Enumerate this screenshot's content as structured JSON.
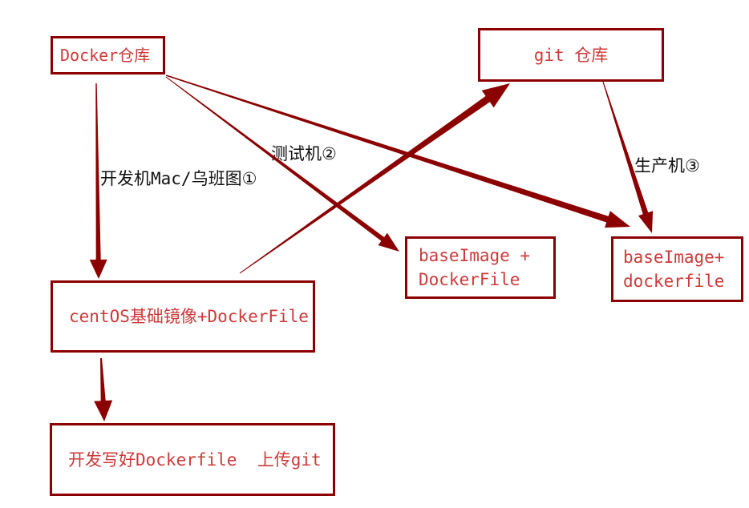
{
  "diagram": {
    "colors": {
      "background": "#ffffff",
      "box_border": "#8b0000",
      "box_text": "#cd3a3a",
      "arrow": "#8b0000",
      "label_text": "#111111"
    },
    "nodes": {
      "docker_repo": {
        "label": "Docker仓库"
      },
      "git_repo": {
        "label": "git 仓库"
      },
      "base_test": {
        "label": "baseImage +\nDockerFile"
      },
      "base_prod": {
        "label": "baseImage+\ndockerfile"
      },
      "centos_base": {
        "label": "centOS基础镜像+DockerFile"
      },
      "dev_dockerfile": {
        "label": "开发写好Dockerfile  上传git"
      }
    },
    "labels": {
      "dev_machine": "开发机Mac/乌班图①",
      "test_machine": "测试机②",
      "prod_machine": "生产机③"
    },
    "edges": [
      {
        "from": "docker_repo",
        "to": "centos_base"
      },
      {
        "from": "docker_repo",
        "to": "base_prod"
      },
      {
        "from": "docker_repo",
        "to": "base_test"
      },
      {
        "from": "centos_base",
        "to": "git_repo"
      },
      {
        "from": "git_repo",
        "to": "base_prod"
      },
      {
        "from": "centos_base",
        "to": "dev_dockerfile"
      }
    ]
  }
}
